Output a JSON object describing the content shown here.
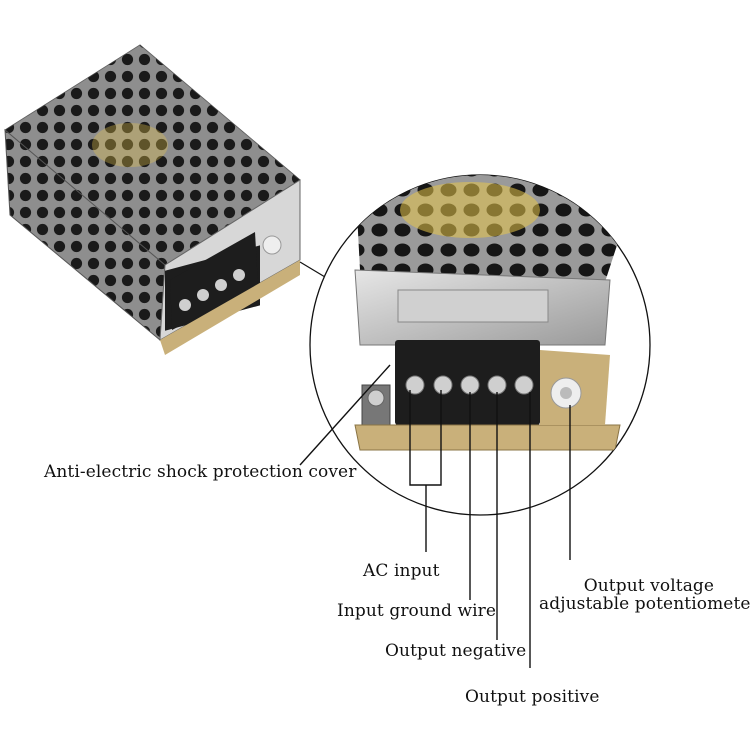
{
  "colors": {
    "metal_dark": "#2b2b2b",
    "metal_mid": "#8c8c8c",
    "metal_light": "#d9d9d9",
    "pcb_yellow": "#e8c64a",
    "board_tan": "#c9b07a",
    "terminal_black": "#1d1d1d",
    "leader_line": "#111111"
  },
  "labels": {
    "shock_cover": "Anti-electric shock protection cover",
    "ac_input": "AC input",
    "ground": "Input ground wire",
    "out_neg": "Output negative",
    "out_pos": "Output positive",
    "pot_line1": "Output voltage",
    "pot_line2": "adjustable potentiometer"
  }
}
